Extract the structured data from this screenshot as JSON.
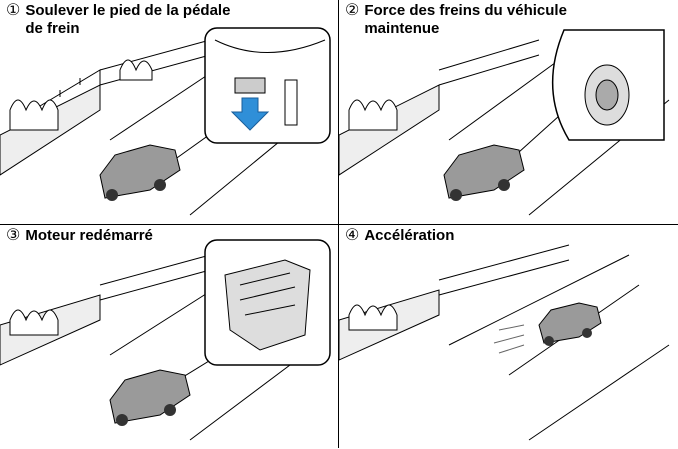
{
  "steps": [
    {
      "number": "①",
      "title": "Soulever le pied de la pédale",
      "title2": "de frein"
    },
    {
      "number": "②",
      "title": "Force des freins du véhicule",
      "title2": "maintenue"
    },
    {
      "number": "③",
      "title": "Moteur redémarré"
    },
    {
      "number": "④",
      "title": "Accélération"
    }
  ],
  "colors": {
    "arrow": "#2f8fd8",
    "car": "#9a9a9a",
    "line": "#000000"
  }
}
